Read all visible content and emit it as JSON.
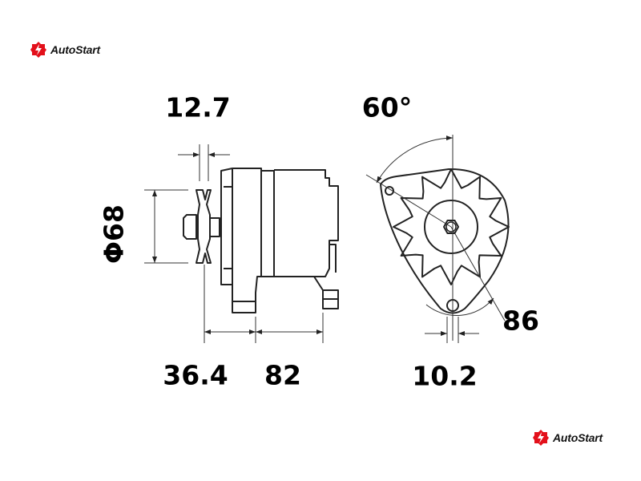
{
  "brand": {
    "name": "AutoStart",
    "color": "#e3101b"
  },
  "dimensions": {
    "shaft_offset": "12.7",
    "mount_angle": "60°",
    "pulley_diameter": "Φ68",
    "front_length": "36.4",
    "body_length": "82",
    "foot_width": "10.2",
    "radius": "86"
  }
}
